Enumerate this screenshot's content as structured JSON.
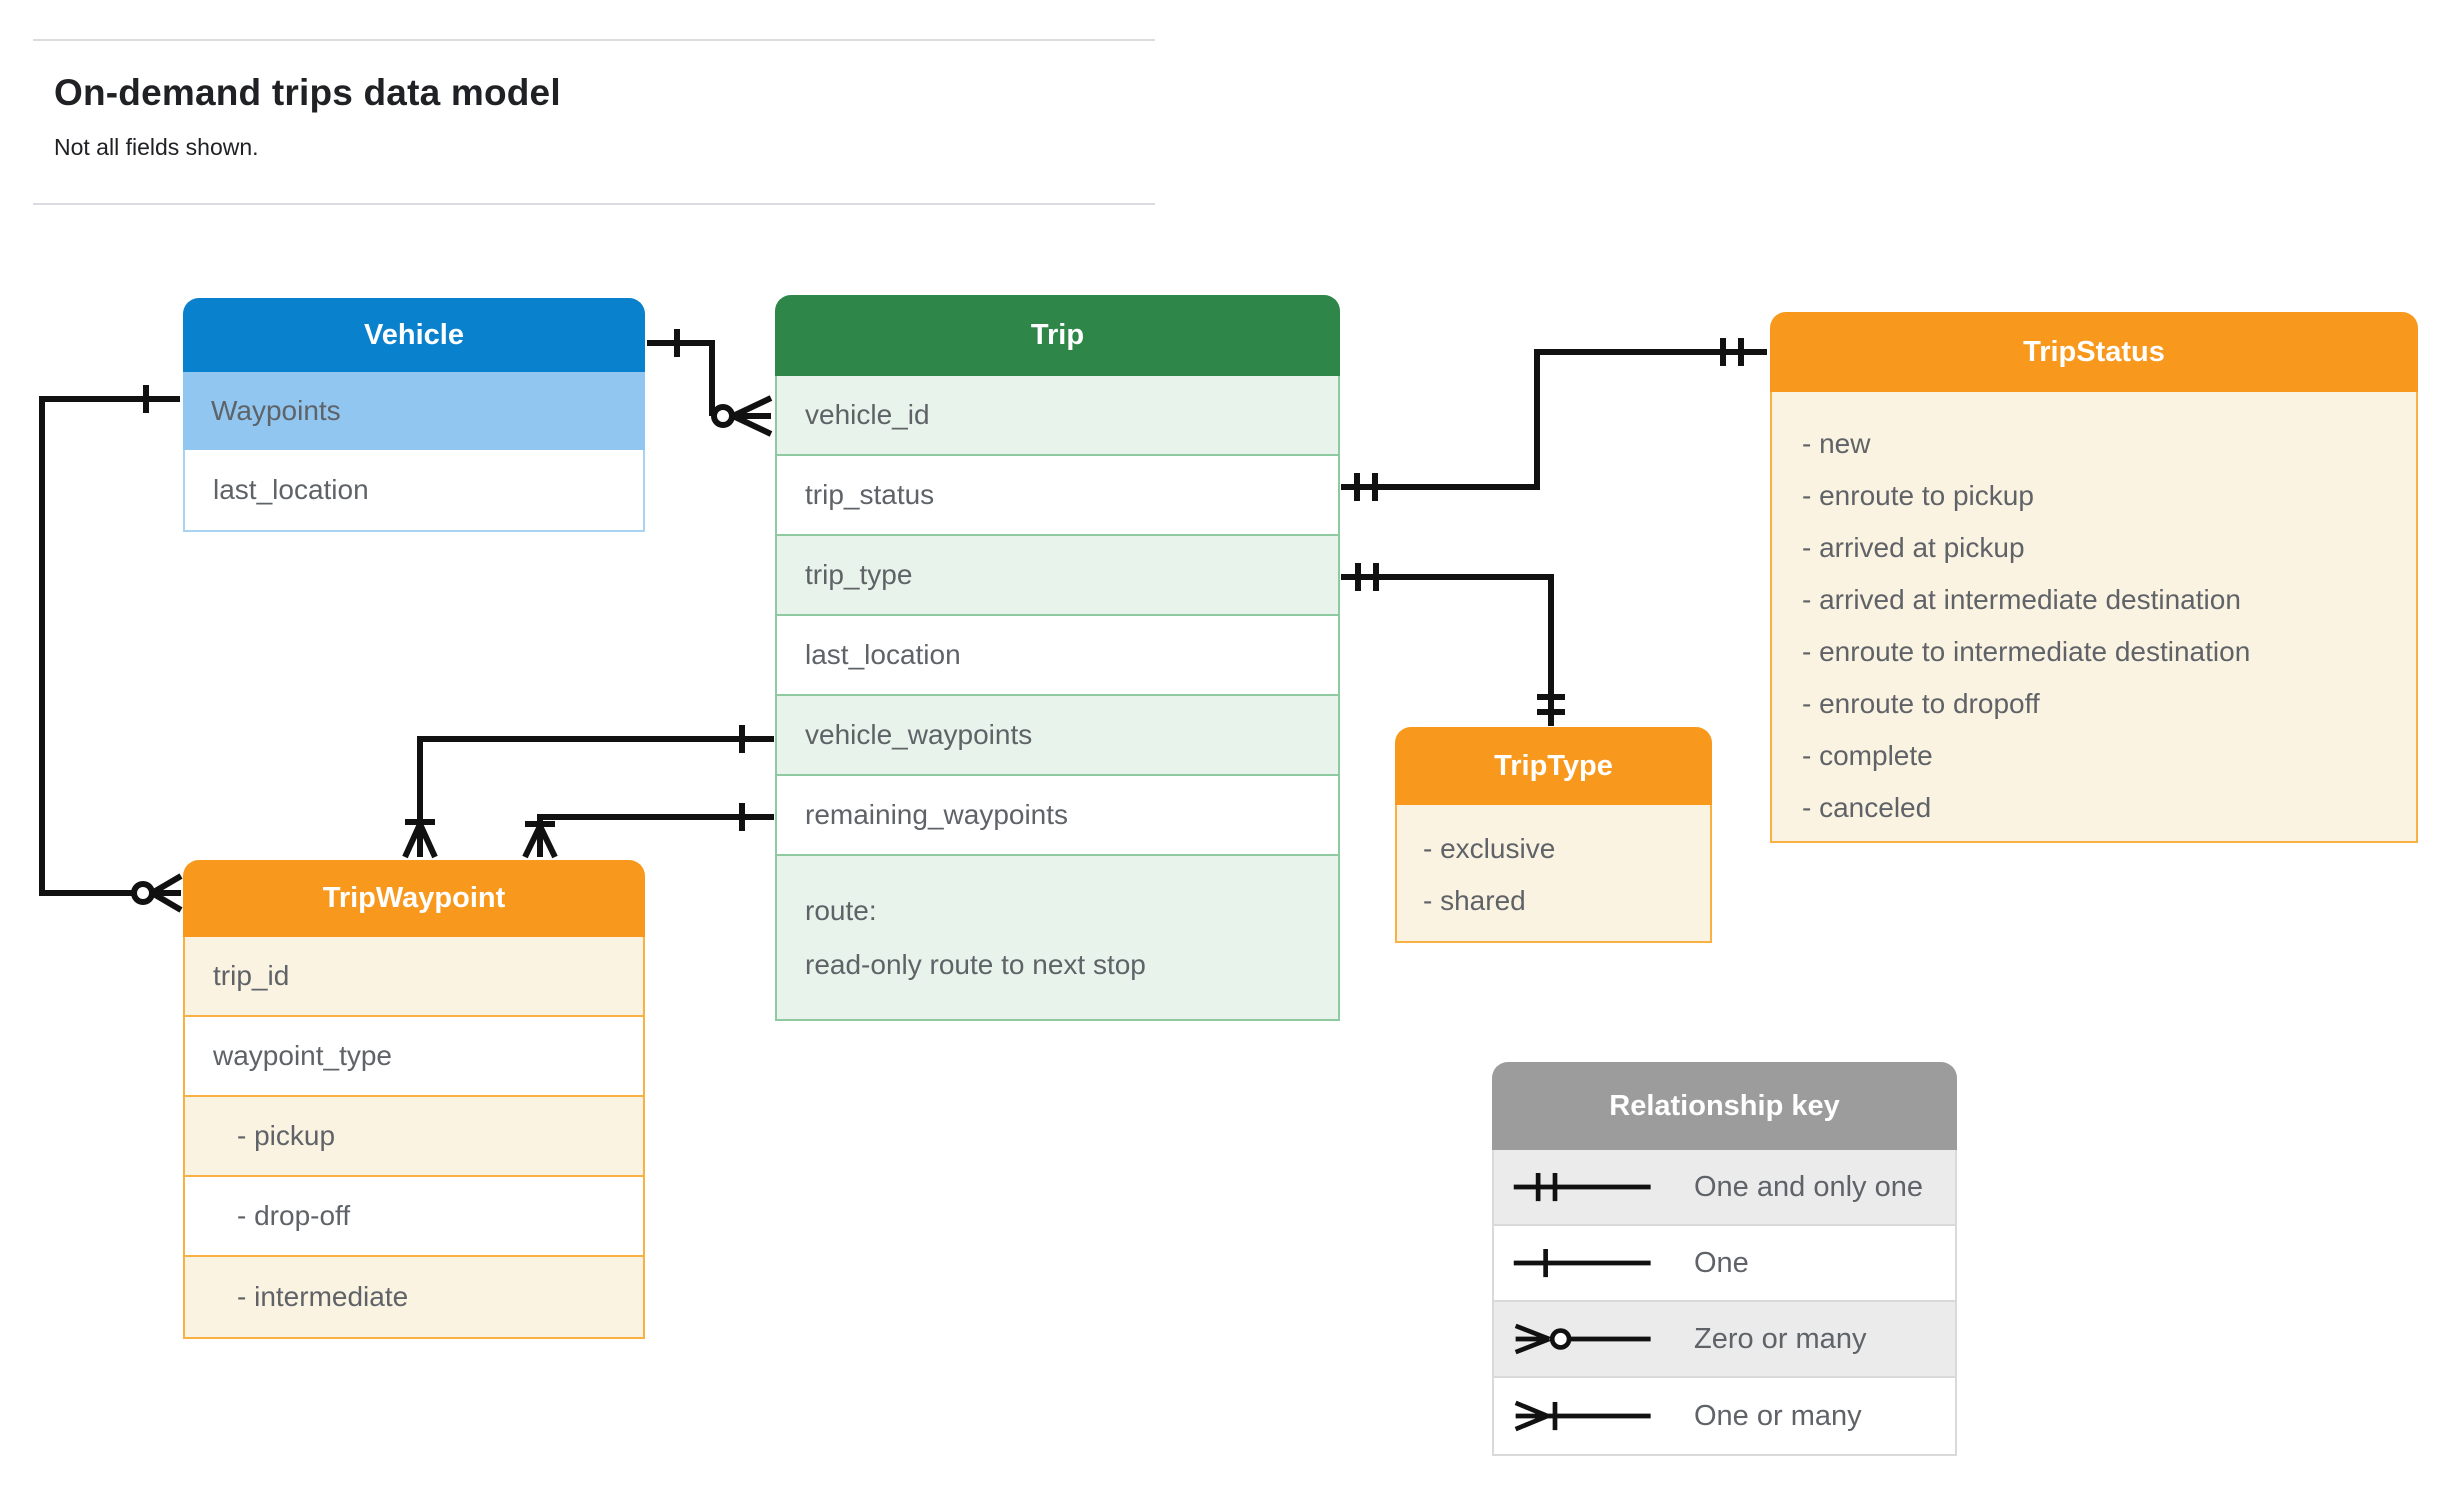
{
  "header": {
    "title": "On-demand trips data model",
    "subtitle": "Not all fields shown."
  },
  "entities": {
    "vehicle": {
      "title": "Vehicle",
      "rows": {
        "waypoints": "Waypoints",
        "last_location": "last_location"
      }
    },
    "trip": {
      "title": "Trip",
      "rows": {
        "vehicle_id": "vehicle_id",
        "trip_status": "trip_status",
        "trip_type": "trip_type",
        "last_location": "last_location",
        "vehicle_waypoints": "vehicle_waypoints",
        "remaining_waypoints": "remaining_waypoints",
        "route_line1": "route:",
        "route_line2": "read-only route to next stop"
      }
    },
    "trip_status": {
      "title": "TripStatus",
      "values": [
        "- new",
        "- enroute to pickup",
        "- arrived at pickup",
        "- arrived at intermediate destination",
        "- enroute to intermediate destination",
        "- enroute to dropoff",
        "- complete",
        "- canceled"
      ]
    },
    "trip_type": {
      "title": "TripType",
      "values": [
        "- exclusive",
        "- shared"
      ]
    },
    "trip_waypoint": {
      "title": "TripWaypoint",
      "rows": {
        "trip_id": "trip_id",
        "waypoint_type": "waypoint_type",
        "pickup": "- pickup",
        "dropoff": "- drop-off",
        "intermediate": "- intermediate"
      }
    }
  },
  "legend": {
    "title": "Relationship key",
    "items": [
      {
        "symbol": "one-and-only-one",
        "label": "One and only one"
      },
      {
        "symbol": "one",
        "label": "One"
      },
      {
        "symbol": "zero-or-many",
        "label": "Zero or many"
      },
      {
        "symbol": "one-or-many",
        "label": "One or many"
      }
    ]
  },
  "colors": {
    "vehicle_header": "#0A81CC",
    "vehicle_highlight_row": "#90C6EF",
    "vehicle_border": "#A8D4F2",
    "trip_header": "#2E8749",
    "trip_row": "#E8F3EB",
    "trip_border": "#8FC9A0",
    "orange_header": "#F8991E",
    "orange_row": "#FBF3E1",
    "orange_border": "#F9B143",
    "legend_header": "#9C9C9C",
    "legend_row": "#EBEBEB",
    "legend_border": "#D9D9D9",
    "connector_line": "#111111",
    "row_text": "#5F6368",
    "title_text": "#202124"
  }
}
